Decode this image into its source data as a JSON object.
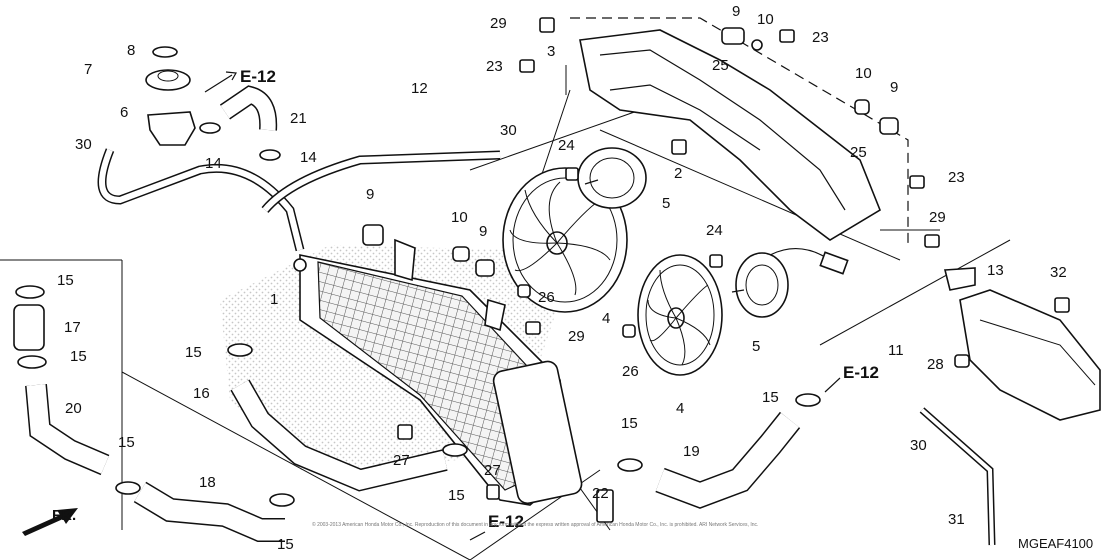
{
  "diagram": {
    "code": "MGEAF4100",
    "direction_label": "FR.",
    "copyright": "© 2003-2013 American Honda Motor Co., Inc. Reproduction of this document in any form without the express written approval of American Honda Motor Co., Inc. is prohibited. ARI Network Services, Inc.",
    "references": [
      "E-12",
      "E-12",
      "E-12"
    ],
    "callouts": [
      "29",
      "8",
      "3",
      "9",
      "10",
      "23",
      "7",
      "23",
      "25",
      "E-12",
      "12",
      "6",
      "21",
      "10",
      "9",
      "30",
      "14",
      "14",
      "30",
      "24",
      "25",
      "2",
      "23",
      "9",
      "5",
      "29",
      "10",
      "9",
      "24",
      "13",
      "32",
      "15",
      "1",
      "26",
      "29",
      "17",
      "4",
      "11",
      "28",
      "15",
      "5",
      "15",
      "16",
      "26",
      "4",
      "20",
      "15",
      "27",
      "15",
      "19",
      "30",
      "15",
      "27",
      "22",
      "18",
      "15",
      "31"
    ]
  },
  "colors": {
    "ink": "#111111",
    "screen": "#bdbdbd",
    "paper": "#ffffff"
  }
}
